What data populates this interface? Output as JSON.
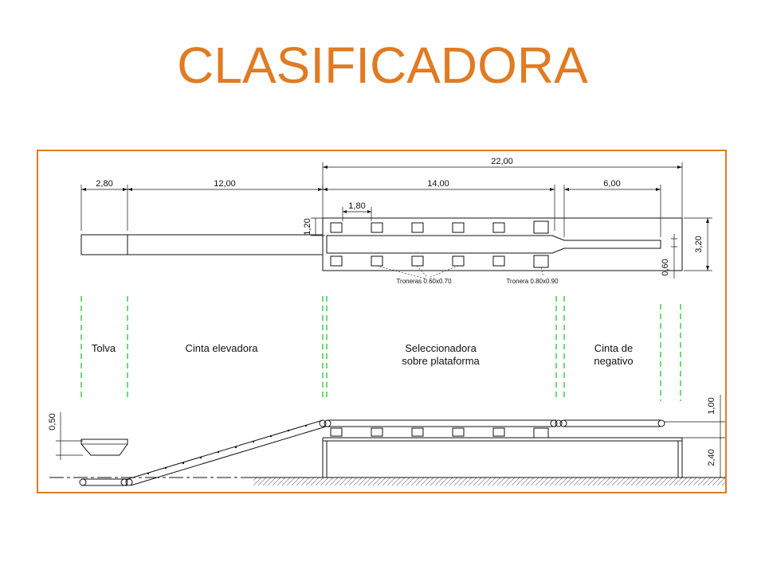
{
  "title": "CLASIFICADORA",
  "colors": {
    "title": "#e07b23",
    "frame": "#e07b23",
    "guides": "#2ecc40",
    "line": "#111111"
  },
  "dimensions": {
    "total": "22,00",
    "tolva": "2,80",
    "cinta_elevadora": "12,00",
    "seleccionadora": "14,00",
    "cinta_negativo": "6,00",
    "tronera_spacing": "1,80",
    "plan_offset": "1,20",
    "plan_width": "3,20",
    "plan_gap": "0,60",
    "tolva_height": "0,50",
    "upper_height": "1,00",
    "platform_height": "2,40"
  },
  "annotations": {
    "troneras_small": "Troneras 0.60x0.70",
    "troneras_large": "Tronera 0.80x0.90"
  },
  "zones": {
    "tolva": "Tolva",
    "cinta_elevadora": "Cinta elevadora",
    "seleccionadora_line1": "Seleccionadora",
    "seleccionadora_line2": "sobre plataforma",
    "cinta_negativo_line1": "Cinta de",
    "cinta_negativo_line2": "negativo"
  }
}
